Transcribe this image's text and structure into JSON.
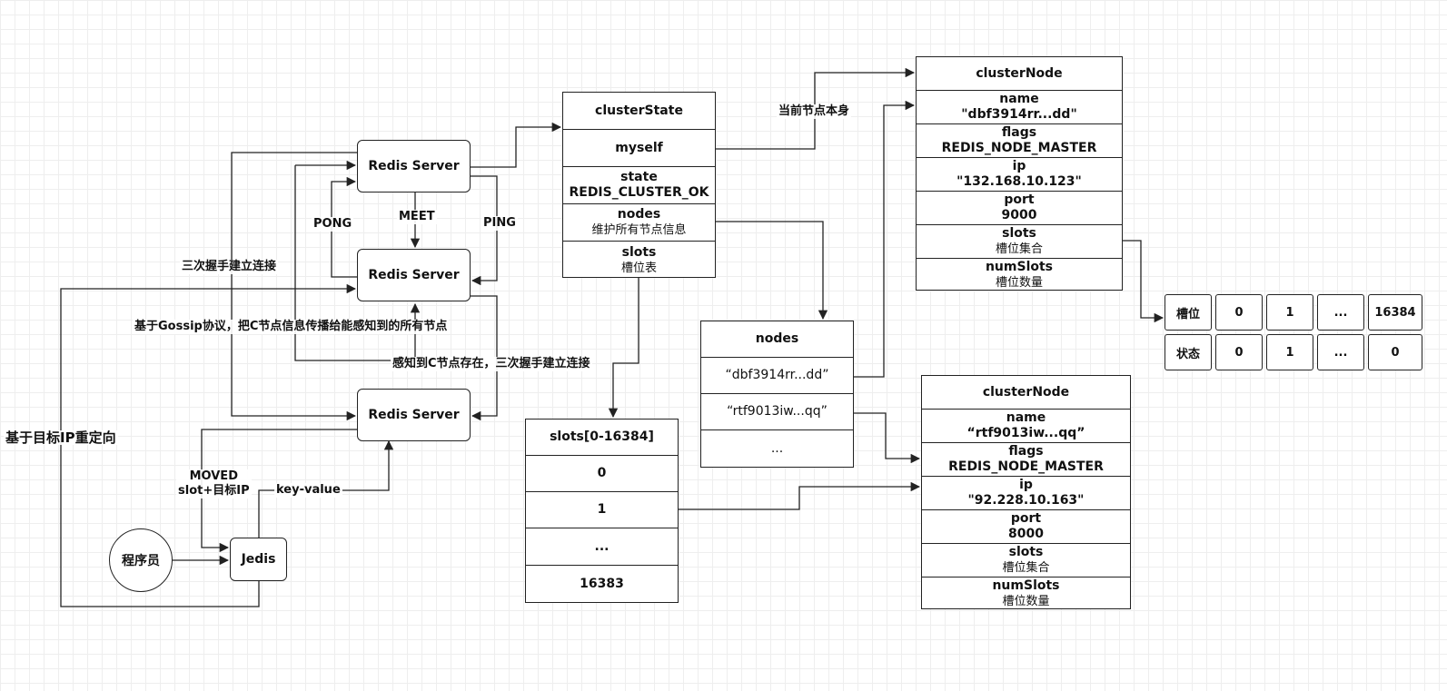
{
  "servers": {
    "top": "Redis Server",
    "mid": "Redis Server",
    "bot": "Redis Server",
    "jedis": "Jedis",
    "programmer": "程序员"
  },
  "labels": {
    "pong": "PONG",
    "meet": "MEET",
    "ping": "PING",
    "handshake": "三次握手建立连接",
    "gossip": "基于Gossip协议，把C节点信息传播给能感知到的所有节点",
    "aware": "感知到C节点存在，三次握手建立连接",
    "redirect": "基于目标IP重定向",
    "moved_1": "MOVED",
    "moved_2": "slot+目标IP",
    "key_value": "key-value",
    "myself_note": "当前节点本身"
  },
  "cluster_state": {
    "title": "clusterState",
    "myself": "myself",
    "state_name": "state",
    "state_value": "REDIS_CLUSTER_OK",
    "nodes_name": "nodes",
    "nodes_desc": "维护所有节点信息",
    "slots_name": "slots",
    "slots_desc": "槽位表"
  },
  "nodes_dict": {
    "title": "nodes",
    "entry1": "“dbf3914rr...dd”",
    "entry2": "“rtf9013iw...qq”",
    "more": "..."
  },
  "slots_array": {
    "title": "slots[0-16384]",
    "s0": "0",
    "s1": "1",
    "more": "...",
    "last": "16383"
  },
  "cluster_node_1": {
    "title": "clusterNode",
    "name_key": "name",
    "name_val": "\"dbf3914rr...dd\"",
    "flags_key": "flags",
    "flags_val": "REDIS_NODE_MASTER",
    "ip_key": "ip",
    "ip_val": "\"132.168.10.123\"",
    "port_key": "port",
    "port_val": "9000",
    "slots_key": "slots",
    "slots_val": "槽位集合",
    "numslots_key": "numSlots",
    "numslots_val": "槽位数量"
  },
  "cluster_node_2": {
    "title": "clusterNode",
    "name_key": "name",
    "name_val": "“rtf9013iw...qq”",
    "flags_key": "flags",
    "flags_val": "REDIS_NODE_MASTER",
    "ip_key": "ip",
    "ip_val": "\"92.228.10.163\"",
    "port_key": "port",
    "port_val": "8000",
    "slots_key": "slots",
    "slots_val": "槽位集合",
    "numslots_key": "numSlots",
    "numslots_val": "槽位数量"
  },
  "slot_table": {
    "row1_head": "槽位",
    "row1": [
      "0",
      "1",
      "...",
      "16384"
    ],
    "row2_head": "状态",
    "row2": [
      "0",
      "1",
      "...",
      "0"
    ]
  }
}
